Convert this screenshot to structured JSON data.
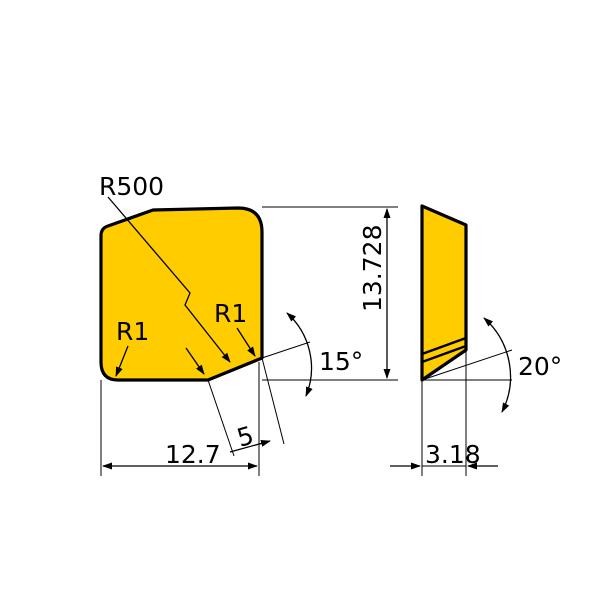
{
  "colors": {
    "insert_fill": "#FFCC00",
    "outline": "#000000",
    "background": "#FFFFFF"
  },
  "labels": {
    "large_radius": "R500",
    "corner_radius_left": "R1",
    "corner_radius_right": "R1",
    "height": "13.728",
    "width": "12.7",
    "chamfer_length": "5",
    "chamfer_angle": "15°",
    "thickness": "3.18",
    "clearance_angle": "20°"
  }
}
